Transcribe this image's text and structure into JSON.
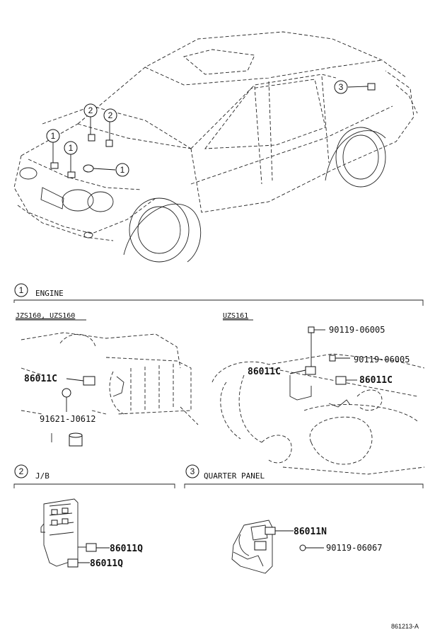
{
  "car_callouts": [
    "1",
    "1",
    "1",
    "2",
    "2",
    "3"
  ],
  "sections": {
    "engine": {
      "number": "1",
      "title": "ENGINE",
      "left_variant": "JZS160, UZS160",
      "right_variant": "UZS161",
      "left_parts": [
        "86011C",
        "91621-J0612"
      ],
      "right_parts": [
        "90119-06005",
        "90119-06005",
        "86011C",
        "86011C"
      ]
    },
    "jb": {
      "number": "2",
      "title": "J/B",
      "parts": [
        "86011Q",
        "86011Q"
      ]
    },
    "quarter_panel": {
      "number": "3",
      "title": "QUARTER PANEL",
      "parts": [
        "86011N",
        "90119-06067"
      ]
    }
  },
  "reference_code": "861213-A"
}
